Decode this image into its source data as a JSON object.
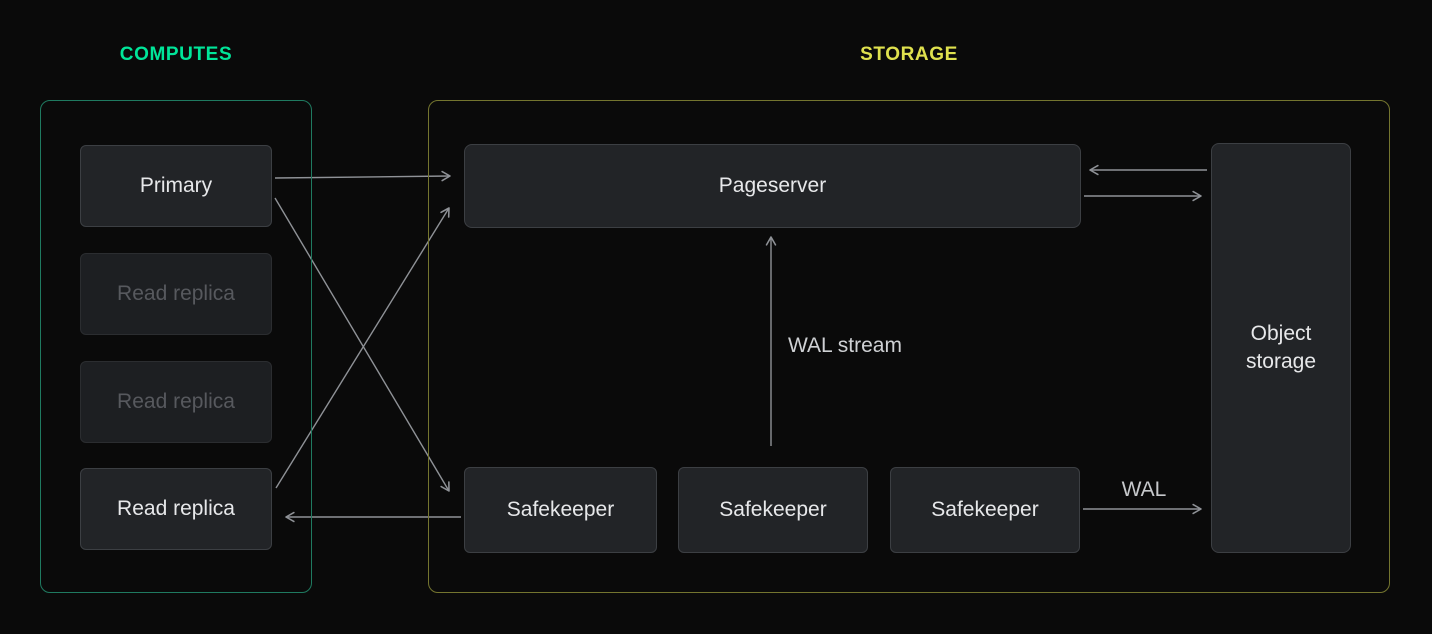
{
  "canvas": {
    "background": "#0a0a0a"
  },
  "sections": {
    "computes": {
      "label": "COMPUTES",
      "accent_color": "#00e599",
      "border_color": "#1f7a60"
    },
    "storage": {
      "label": "STORAGE",
      "accent_color": "#dfe14e",
      "border_color": "#74752f"
    }
  },
  "computes": {
    "nodes": [
      {
        "label": "Primary",
        "state": "active"
      },
      {
        "label": "Read replica",
        "state": "dimmed"
      },
      {
        "label": "Read replica",
        "state": "dimmed"
      },
      {
        "label": "Read replica",
        "state": "active"
      }
    ]
  },
  "storage": {
    "pageserver": {
      "label": "Pageserver"
    },
    "safekeepers": [
      {
        "label": "Safekeeper"
      },
      {
        "label": "Safekeeper"
      },
      {
        "label": "Safekeeper"
      }
    ],
    "object_storage": {
      "label": "Object storage"
    }
  },
  "labels": {
    "wal_stream": "WAL stream",
    "wal": "WAL"
  },
  "connections": [
    {
      "from": "primary",
      "to": "pageserver"
    },
    {
      "from": "primary",
      "to": "safekeeper-1"
    },
    {
      "from": "read-replica-3",
      "to": "pageserver"
    },
    {
      "from": "safekeeper-1",
      "to": "read-replica-3"
    },
    {
      "from": "safekeeper-2",
      "to": "pageserver",
      "label": "WAL stream"
    },
    {
      "from": "object-storage",
      "to": "pageserver"
    },
    {
      "from": "pageserver",
      "to": "object-storage"
    },
    {
      "from": "safekeeper-3",
      "to": "object-storage",
      "label": "WAL"
    }
  ],
  "arrow_color": "#8f9297"
}
